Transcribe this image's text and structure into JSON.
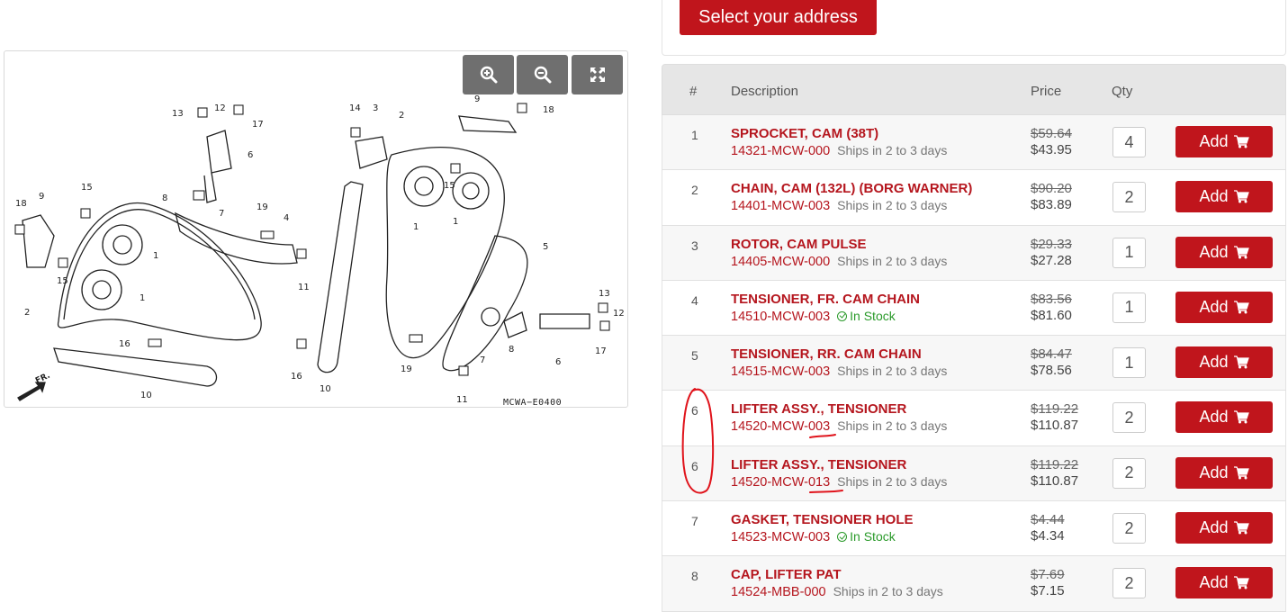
{
  "address": {
    "button_label": "Select your address"
  },
  "diagram": {
    "zoom_in_label": "zoom-in",
    "zoom_out_label": "zoom-out",
    "fullscreen_label": "fullscreen",
    "drawing_code": "MCWA−E0400",
    "direction_label": "FR.",
    "callouts": [
      "1",
      "2",
      "3",
      "4",
      "5",
      "6",
      "7",
      "8",
      "9",
      "10",
      "11",
      "12",
      "13",
      "14",
      "15",
      "16",
      "17",
      "18",
      "19"
    ]
  },
  "table": {
    "headers": {
      "num": "#",
      "description": "Description",
      "price": "Price",
      "qty": "Qty"
    },
    "add_label": "Add",
    "rows": [
      {
        "num": "1",
        "name": "SPROCKET, CAM (38T)",
        "part": "14321-MCW-000",
        "availability": "Ships in 2 to 3 days",
        "in_stock": false,
        "old_price": "$59.64",
        "price": "$43.95",
        "qty": "4"
      },
      {
        "num": "2",
        "name": "CHAIN, CAM (132L) (BORG WARNER)",
        "part": "14401-MCW-003",
        "availability": "Ships in 2 to 3 days",
        "in_stock": false,
        "old_price": "$90.20",
        "price": "$83.89",
        "qty": "2"
      },
      {
        "num": "3",
        "name": "ROTOR, CAM PULSE",
        "part": "14405-MCW-000",
        "availability": "Ships in 2 to 3 days",
        "in_stock": false,
        "old_price": "$29.33",
        "price": "$27.28",
        "qty": "1"
      },
      {
        "num": "4",
        "name": "TENSIONER, FR. CAM CHAIN",
        "part": "14510-MCW-003",
        "availability": "In Stock",
        "in_stock": true,
        "old_price": "$83.56",
        "price": "$81.60",
        "qty": "1"
      },
      {
        "num": "5",
        "name": "TENSIONER, RR. CAM CHAIN",
        "part": "14515-MCW-003",
        "availability": "Ships in 2 to 3 days",
        "in_stock": false,
        "old_price": "$84.47",
        "price": "$78.56",
        "qty": "1"
      },
      {
        "num": "6",
        "name": "LIFTER ASSY., TENSIONER",
        "part": "14520-MCW-003",
        "availability": "Ships in 2 to 3 days",
        "in_stock": false,
        "old_price": "$119.22",
        "price": "$110.87",
        "qty": "2"
      },
      {
        "num": "6",
        "name": "LIFTER ASSY., TENSIONER",
        "part": "14520-MCW-013",
        "availability": "Ships in 2 to 3 days",
        "in_stock": false,
        "old_price": "$119.22",
        "price": "$110.87",
        "qty": "2"
      },
      {
        "num": "7",
        "name": "GASKET, TENSIONER HOLE",
        "part": "14523-MCW-003",
        "availability": "In Stock",
        "in_stock": true,
        "old_price": "$4.44",
        "price": "$4.34",
        "qty": "2"
      },
      {
        "num": "8",
        "name": "CAP, LIFTER PAT",
        "part": "14524-MBB-000",
        "availability": "Ships in 2 to 3 days",
        "in_stock": false,
        "old_price": "$7.69",
        "price": "$7.15",
        "qty": "2"
      }
    ]
  },
  "colors": {
    "accent": "#c0151c",
    "link": "#b5161e",
    "in_stock": "#2a9a2a",
    "zoom_button": "#6f6f6f"
  }
}
